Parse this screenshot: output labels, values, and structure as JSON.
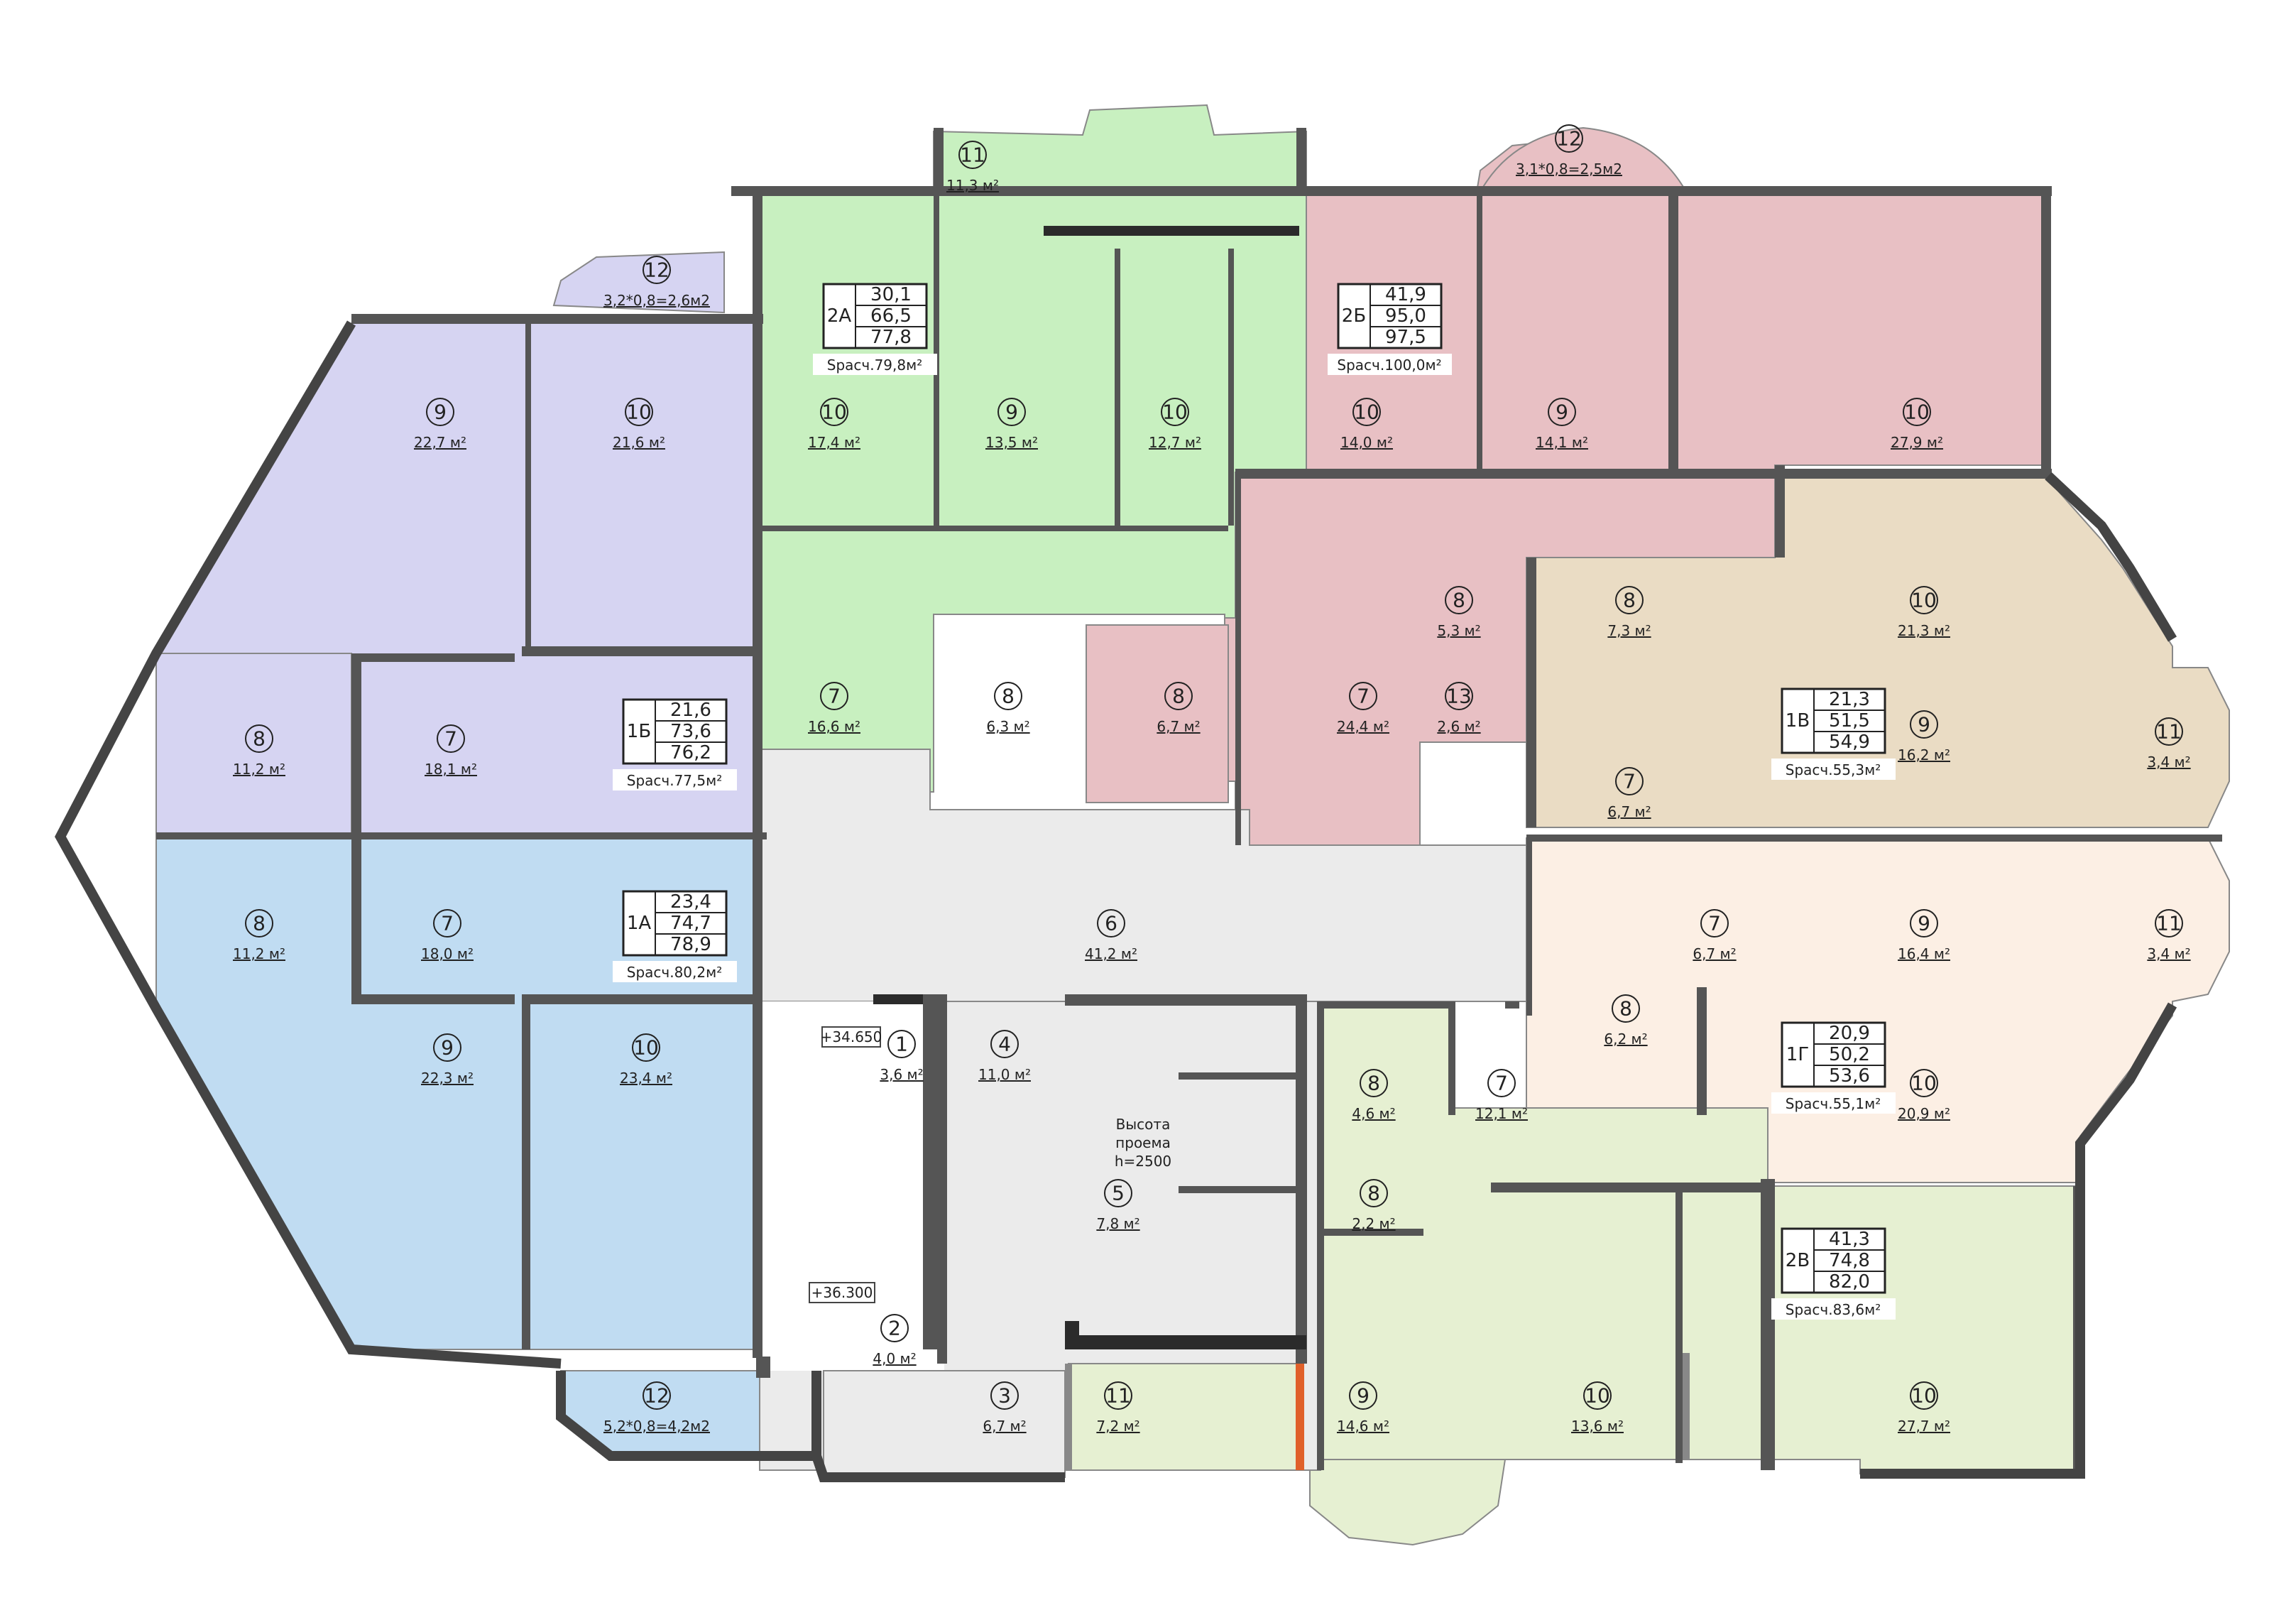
{
  "colors": {
    "apt_2A": "#c8f0c0",
    "apt_2B": "#e8c0c4",
    "apt_1B": "#d6d4f2",
    "apt_1A": "#c0dcf2",
    "apt_1V": "#eadcc4",
    "apt_1G": "#fcefe4",
    "apt_2V": "#e6f0d2",
    "common": "#ebebeb",
    "wall": "#555555",
    "accent_orange": "#e0602a"
  },
  "apartments": [
    {
      "id": "2A",
      "label": "2А",
      "values": [
        "30,1",
        "66,5",
        "77,8"
      ],
      "s_calc": "Sрасч.79,8м²"
    },
    {
      "id": "2B",
      "label": "2Б",
      "values": [
        "41,9",
        "95,0",
        "97,5"
      ],
      "s_calc": "Sрасч.100,0м²"
    },
    {
      "id": "1B",
      "label": "1Б",
      "values": [
        "21,6",
        "73,6",
        "76,2"
      ],
      "s_calc": "Sрасч.77,5м²"
    },
    {
      "id": "1A",
      "label": "1А",
      "values": [
        "23,4",
        "74,7",
        "78,9"
      ],
      "s_calc": "Sрасч.80,2м²"
    },
    {
      "id": "1V",
      "label": "1В",
      "values": [
        "21,3",
        "51,5",
        "54,9"
      ],
      "s_calc": "Sрасч.55,3м²"
    },
    {
      "id": "1G",
      "label": "1Г",
      "values": [
        "20,9",
        "50,2",
        "53,6"
      ],
      "s_calc": "Sрасч.55,1м²"
    },
    {
      "id": "2V",
      "label": "2В",
      "values": [
        "41,3",
        "74,8",
        "82,0"
      ],
      "s_calc": "Sрасч.83,6м²"
    }
  ],
  "rooms": [
    {
      "n": "11",
      "area": "11,3 м²"
    },
    {
      "n": "12",
      "area": "3,1*0,8=2,5м2"
    },
    {
      "n": "12",
      "area": "3,2*0,8=2,6м2"
    },
    {
      "n": "10",
      "area": "17,4 м²"
    },
    {
      "n": "9",
      "area": "13,5 м²"
    },
    {
      "n": "10",
      "area": "12,7 м²"
    },
    {
      "n": "10",
      "area": "14,0 м²"
    },
    {
      "n": "9",
      "area": "14,1 м²"
    },
    {
      "n": "10",
      "area": "27,9 м²"
    },
    {
      "n": "9",
      "area": "22,7 м²"
    },
    {
      "n": "10",
      "area": "21,6 м²"
    },
    {
      "n": "7",
      "area": "16,6 м²"
    },
    {
      "n": "8",
      "area": "6,3 м²"
    },
    {
      "n": "8",
      "area": "6,7 м²"
    },
    {
      "n": "8",
      "area": "5,3 м²"
    },
    {
      "n": "7",
      "area": "24,4 м²"
    },
    {
      "n": "13",
      "area": "2,6 м²"
    },
    {
      "n": "8",
      "area": "7,3 м²"
    },
    {
      "n": "10",
      "area": "21,3 м²"
    },
    {
      "n": "8",
      "area": "11,2 м²"
    },
    {
      "n": "7",
      "area": "18,1 м²"
    },
    {
      "n": "9",
      "area": "16,2 м²"
    },
    {
      "n": "11",
      "area": "3,4 м²"
    },
    {
      "n": "7",
      "area": "6,7 м²"
    },
    {
      "n": "6",
      "area": "41,2 м²"
    },
    {
      "n": "8",
      "area": "11,2 м²"
    },
    {
      "n": "7",
      "area": "18,0 м²"
    },
    {
      "n": "7",
      "area": "6,7 м²"
    },
    {
      "n": "9",
      "area": "16,4 м²"
    },
    {
      "n": "11",
      "area": "3,4 м²"
    },
    {
      "n": "8",
      "area": "6,2 м²"
    },
    {
      "n": "10",
      "area": "20,9 м²"
    },
    {
      "n": "1",
      "area": "3,6 м²"
    },
    {
      "n": "4",
      "area": "11,0 м²"
    },
    {
      "n": "8",
      "area": "4,6 м²"
    },
    {
      "n": "7",
      "area": "12,1 м²"
    },
    {
      "n": "9",
      "area": "22,3 м²"
    },
    {
      "n": "10",
      "area": "23,4 м²"
    },
    {
      "n": "5",
      "area": "7,8 м²"
    },
    {
      "n": "8",
      "area": "2,2 м²"
    },
    {
      "n": "2",
      "area": "4,0 м²"
    },
    {
      "n": "3",
      "area": "6,7 м²"
    },
    {
      "n": "11",
      "area": "7,2 м²"
    },
    {
      "n": "9",
      "area": "14,6 м²"
    },
    {
      "n": "10",
      "area": "13,6 м²"
    },
    {
      "n": "10",
      "area": "27,7 м²"
    },
    {
      "n": "12",
      "area": "5,2*0,8=4,2м2"
    }
  ],
  "elevations": [
    "+34.650",
    "+36.300"
  ],
  "opening_note": {
    "line1": "Высота",
    "line2": "проема",
    "line3": "h=2500"
  }
}
